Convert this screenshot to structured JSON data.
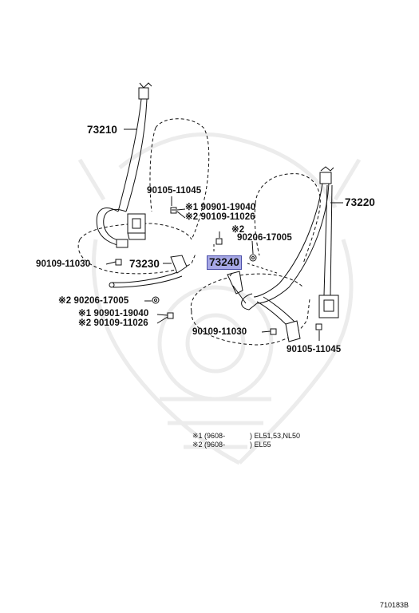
{
  "parts": {
    "p73210": "73210",
    "p73220": "73220",
    "p73230": "73230",
    "p73240": "73240",
    "p90105_11045_top": "90105-11045",
    "p90901_19040_right": "※1 90901-19040",
    "p90109_11026_right": "※2 90109-11026",
    "p90206_17005_right_mark": "※2",
    "p90206_17005_right": "90206-17005",
    "p90109_11030_left": "90109-11030",
    "p90206_17005_left": "※2 90206-17005",
    "p90901_19040_left": "※1 90901-19040",
    "p90109_11026_left": "※2 90109-11026",
    "p90109_11030_bottom": "90109-11030",
    "p90105_11045_bottom": "90105-11045"
  },
  "notes": {
    "note1_code": "※1 (9608-",
    "note1_models": ") EL51,53,NL50",
    "note2_code": "※2 (9608-",
    "note2_models": ") EL55"
  },
  "figure_id": "710183B",
  "colors": {
    "highlight": "#a7a8e6",
    "highlight_border": "#4b4ea8",
    "line": "#111111",
    "watermark": "#ececec"
  }
}
